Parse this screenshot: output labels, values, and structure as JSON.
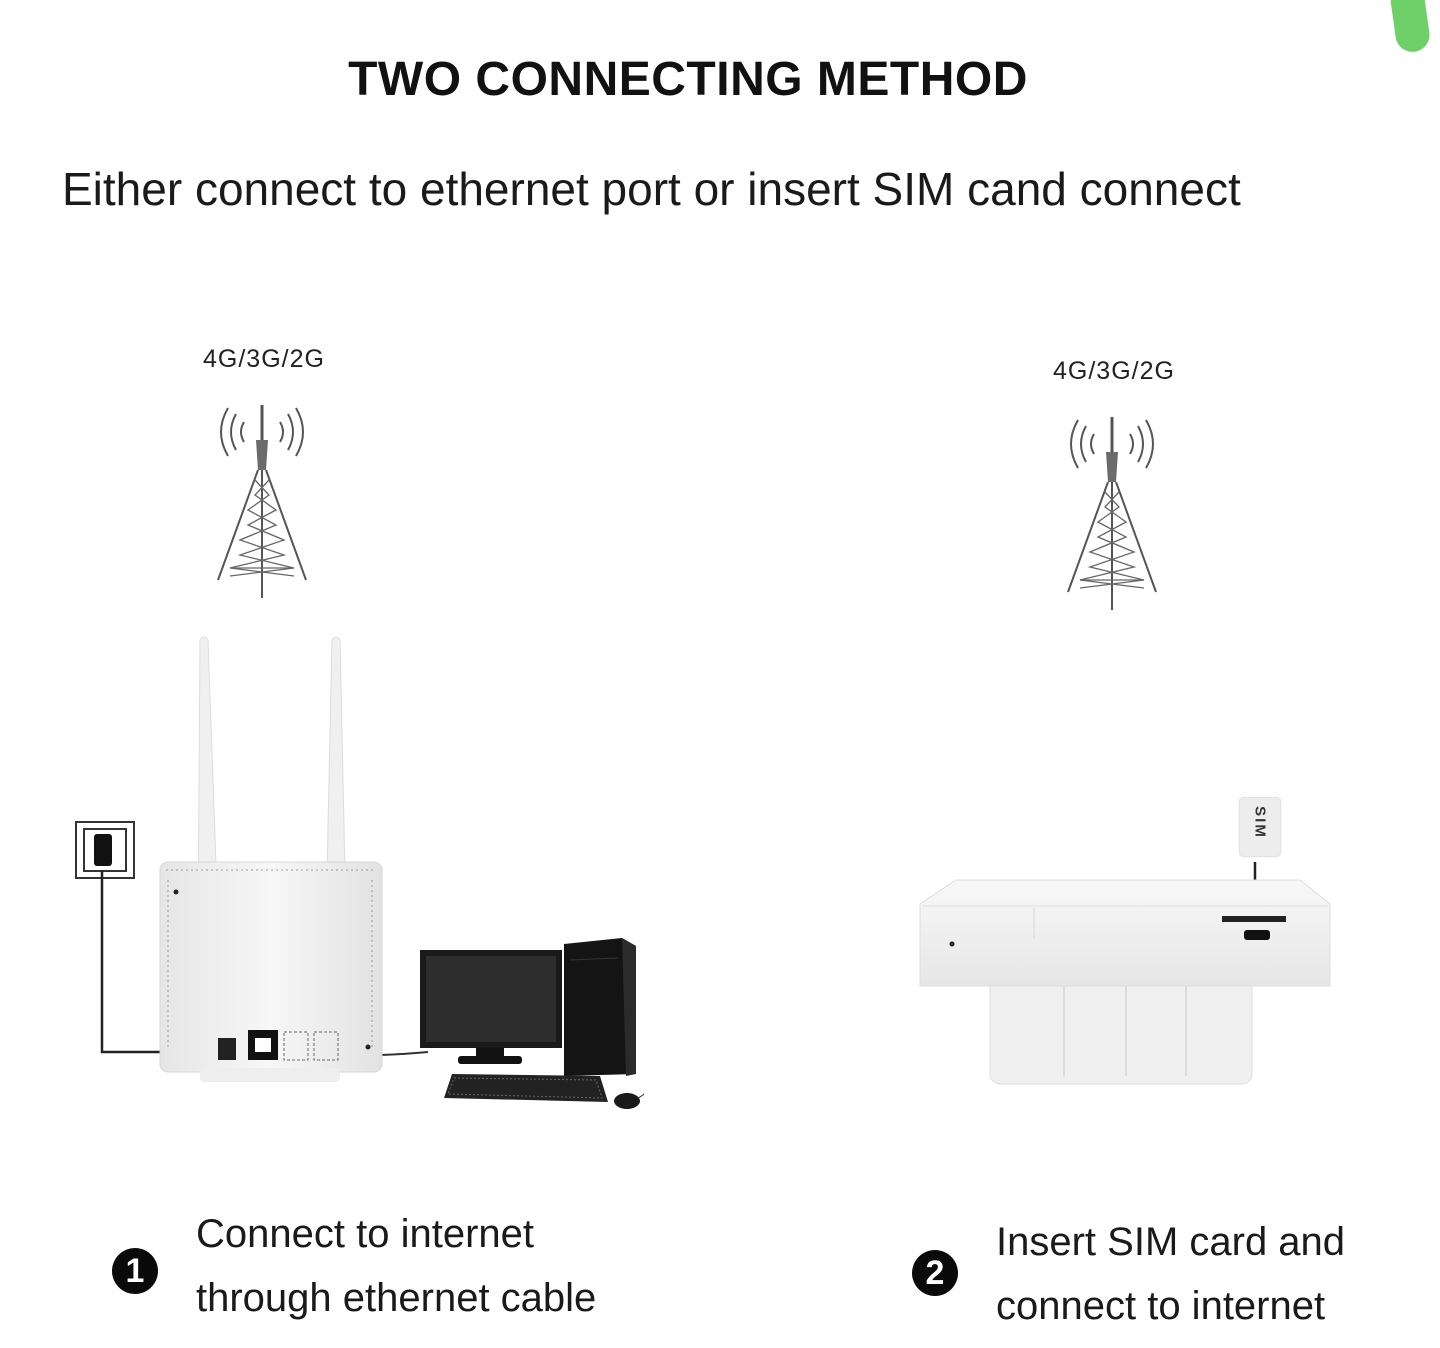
{
  "header": {
    "title": "TWO CONNECTING METHOD",
    "subtitle": "Either connect to ethernet port or insert SIM cand connect"
  },
  "method_1": {
    "band_label": "4G/3G/2G",
    "step_number": "1",
    "caption_line_1": "Connect to internet",
    "caption_line_2": "through ethernet cable"
  },
  "method_2": {
    "band_label": "4G/3G/2G",
    "step_number": "2",
    "caption_line_1": "Insert SIM card and",
    "caption_line_2": "connect to internet",
    "sim_label": "SIM"
  },
  "icons": [
    "cell-tower-icon",
    "wall-socket-icon",
    "router-icon",
    "desktop-monitor-icon",
    "pc-tower-icon",
    "keyboard-icon",
    "mouse-icon",
    "sim-card-icon",
    "arrow-down-icon"
  ],
  "colors": {
    "accent_mark": "#6fd06a",
    "badge": "#0a0a0a"
  }
}
